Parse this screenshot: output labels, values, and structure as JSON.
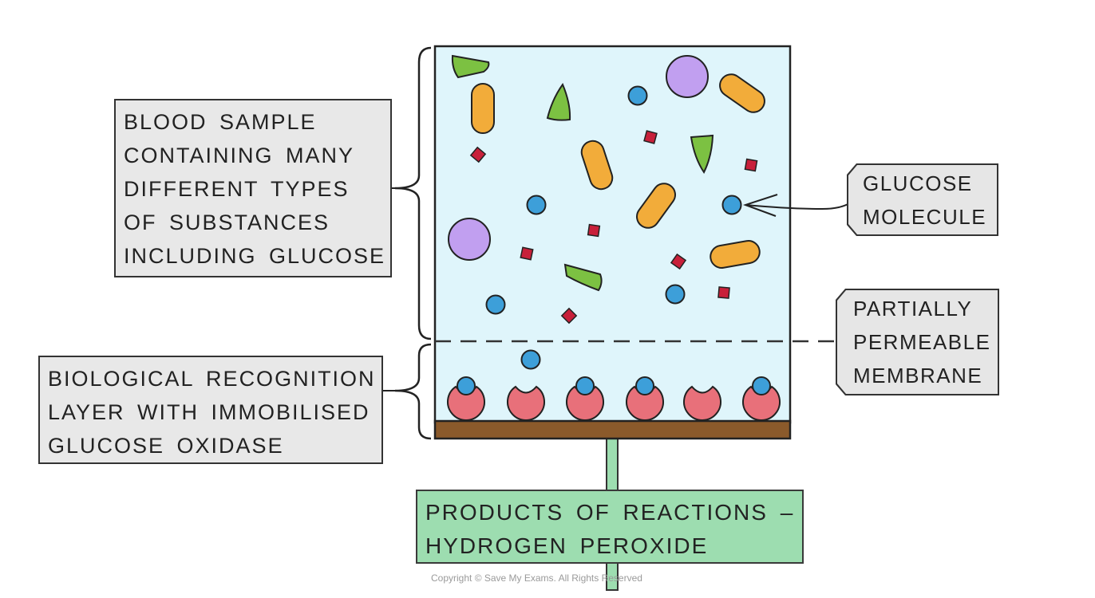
{
  "labels": {
    "blood_sample": [
      "BLOOD SAMPLE",
      "CONTAINING MANY",
      "DIFFERENT TYPES",
      "OF SUBSTANCES",
      "INCLUDING GLUCOSE"
    ],
    "bio_layer": [
      "BIOLOGICAL RECOGNITION",
      "LAYER WITH IMMOBILISED",
      "GLUCOSE OXIDASE"
    ],
    "glucose": [
      "GLUCOSE",
      "MOLECULE"
    ],
    "membrane": [
      "PARTIALLY",
      "PERMEABLE",
      "MEMBRANE"
    ],
    "products": [
      "PRODUCTS OF REACTIONS –",
      "HYDROGEN PEROXIDE"
    ]
  },
  "copyright": "Copyright © Save My Exams. All Rights Reserved",
  "colors": {
    "sample_fill": "#dff5fb",
    "glucose_blue": "#3d9fd9",
    "enzyme_pink": "#e8707a",
    "base_brown": "#8b5a2b",
    "wire_green": "#9dddb0",
    "orange": "#f2ac3a",
    "green": "#7cc142",
    "purple": "#c19ff0",
    "red": "#c8203a"
  }
}
